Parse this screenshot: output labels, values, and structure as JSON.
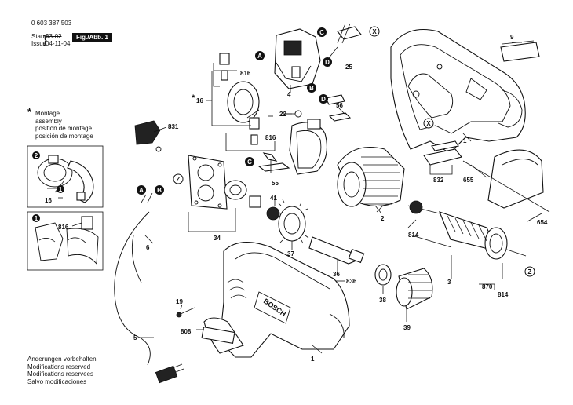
{
  "header": {
    "part_number": "0 603 387 503",
    "stand_label": "Stand",
    "stand_value": "03-02",
    "issue_label": "Issue",
    "issue_value": "04-11-04",
    "figure": "Fig./Abb. 1"
  },
  "montage": {
    "symbol": "*",
    "lines": [
      "Montage",
      "assembly",
      "position de montage",
      "posición de montage"
    ]
  },
  "changes": {
    "lines": [
      "Änderungen vorbehalten",
      "Modifications reserved",
      "Modifications reservees",
      "Salvo modificaciones"
    ]
  },
  "callouts": [
    "A",
    "B",
    "C",
    "D",
    "X",
    "Z"
  ],
  "inset_numbers": [
    "1",
    "2"
  ],
  "brand_text": "BOSCH",
  "part_labels": {
    "p9": "9",
    "p25": "25",
    "p4": "4",
    "p816a": "816",
    "p16a": "16",
    "p831": "831",
    "p56": "56",
    "p22": "22",
    "p816b": "816",
    "p55": "55",
    "p2": "2",
    "p1a": "1",
    "p832": "832",
    "p655": "655",
    "p654": "654",
    "p41": "41",
    "p34": "34",
    "p6": "6",
    "p37": "37",
    "p814a": "814",
    "p3": "3",
    "p870": "870",
    "p814b": "814",
    "p36": "36",
    "p836": "836",
    "p38": "38",
    "p39": "39",
    "p19": "19",
    "p808": "808",
    "p5": "5",
    "p1b": "1",
    "p16b": "16",
    "p816c": "816"
  }
}
